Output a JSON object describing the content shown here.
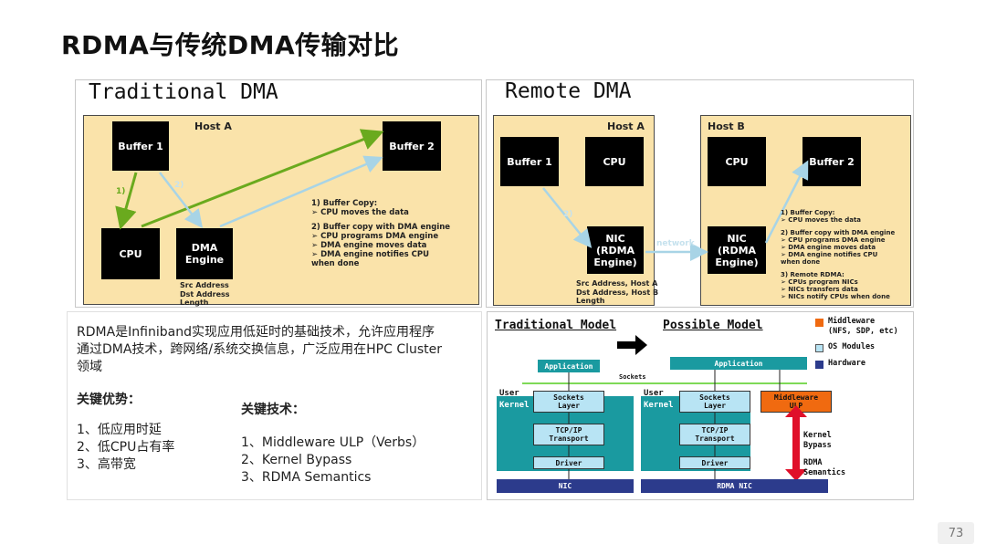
{
  "title": "RDMA与传统DMA传输对比",
  "traditional": {
    "heading": "Traditional DMA",
    "host_label": "Host A",
    "buffer1": "Buffer 1",
    "buffer2": "Buffer 2",
    "cpu": "CPU",
    "dma_engine": [
      "DMA",
      "Engine"
    ],
    "step1": "1)",
    "step2": "2)",
    "addr_lines": [
      "Src Address",
      "Dst Address",
      "Length"
    ],
    "notes": [
      "1) Buffer Copy:",
      "➢      CPU moves the data",
      "",
      "2) Buffer copy with DMA engine",
      "➢      CPU programs DMA engine",
      "➢      DMA engine moves data",
      "➢      DMA engine notifies CPU",
      "          when done"
    ]
  },
  "remote": {
    "heading": "Remote DMA",
    "host_a": "Host A",
    "host_b": "Host B",
    "buffer1": "Buffer 1",
    "buffer2": "Buffer 2",
    "cpu_a": "CPU",
    "cpu_b": "CPU",
    "nic_a": [
      "NIC",
      "(RDMA",
      "Engine)"
    ],
    "nic_b": [
      "NIC",
      "(RDMA",
      "Engine)"
    ],
    "network": "network",
    "step2": "2)",
    "addr_lines": [
      "Src Address, Host A",
      "Dst Address, Host B",
      "Length"
    ],
    "notes": [
      "1) Buffer Copy:",
      "➢      CPU moves the data",
      "",
      "2) Buffer copy with DMA engine",
      "➢      CPU programs DMA engine",
      "➢      DMA engine moves data",
      "➢      DMA engine notifies CPU",
      "          when done",
      "",
      "3) Remote RDMA:",
      "➢      CPUs program NICs",
      "➢      NICs transfers data",
      "➢      NICs notify CPUs when done"
    ]
  },
  "summary": {
    "intro": [
      "RDMA是Infiniband实现应用低延时的基础技术，允许应用程序",
      "通过DMA技术，跨网络/系统交换信息，广泛应用在HPC Cluster",
      "领域"
    ],
    "advantages_title": "关键优势：",
    "advantages": [
      "1、低应用时延",
      "2、低CPU占有率",
      "3、高带宽"
    ],
    "tech_title": "关键技术：",
    "tech": [
      "1、Middleware ULP（Verbs）",
      "2、Kernel Bypass",
      "3、RDMA Semantics"
    ]
  },
  "models": {
    "traditional_title": "Traditional Model",
    "possible_title": "Possible Model",
    "legend": [
      {
        "label": "Middleware",
        "sub": "(NFS, SDP, etc)",
        "color": "#f06a10"
      },
      {
        "label": "OS Modules",
        "sub": "",
        "color": "#b8e4f4"
      },
      {
        "label": "Hardware",
        "sub": "",
        "color": "#2c3b8c"
      }
    ],
    "application": "Application",
    "sockets": "Sockets",
    "user": "User",
    "kernel": "Kernel",
    "sockets_layer": [
      "Sockets",
      "Layer"
    ],
    "tcpip": [
      "TCP/IP",
      "Transport"
    ],
    "driver": "Driver",
    "nic": "NIC",
    "rdma_nic": "RDMA NIC",
    "middleware_ulp": [
      "Middleware",
      "ULP"
    ],
    "kernel_bypass": [
      "Kernel",
      "Bypass"
    ],
    "rdma_semantics": [
      "RDMA",
      "Semantics"
    ],
    "colors": {
      "teal": "#1a9aa0",
      "light_blue": "#b8e4f4",
      "navy": "#2c3b8c",
      "orange": "#f06a10",
      "red": "#e0102a",
      "green_line": "#7ed957"
    }
  },
  "page_number": "73"
}
